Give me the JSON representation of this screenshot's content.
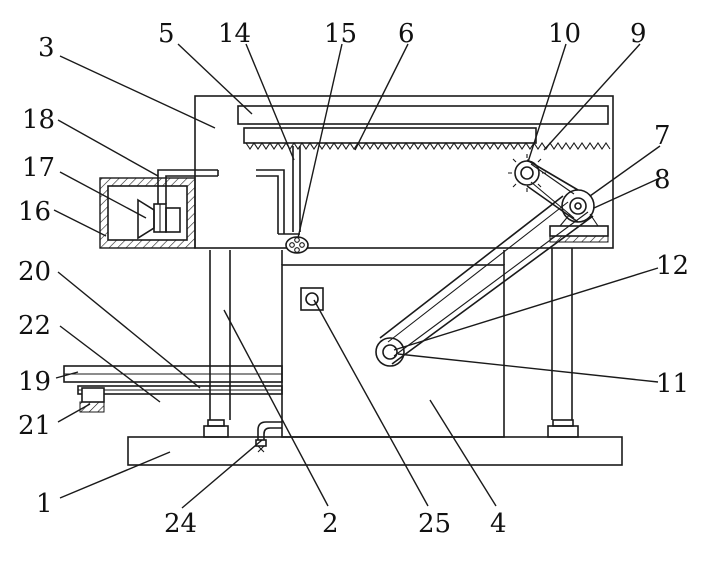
{
  "labels": {
    "l1": "1",
    "l2": "2",
    "l3": "3",
    "l4": "4",
    "l5": "5",
    "l6": "6",
    "l7": "7",
    "l8": "8",
    "l9": "9",
    "l10": "10",
    "l11": "11",
    "l12": "12",
    "l14": "14",
    "l15": "15",
    "l16": "16",
    "l17": "17",
    "l18": "18",
    "l19": "19",
    "l20": "20",
    "l21": "21",
    "l22": "22",
    "l24": "24",
    "l25": "25"
  },
  "colors": {
    "line": "#1a1a1a",
    "background": "#ffffff"
  },
  "icons": {
    "control_switch": "square-switch-icon",
    "motor": "circle-pulley-icon"
  }
}
